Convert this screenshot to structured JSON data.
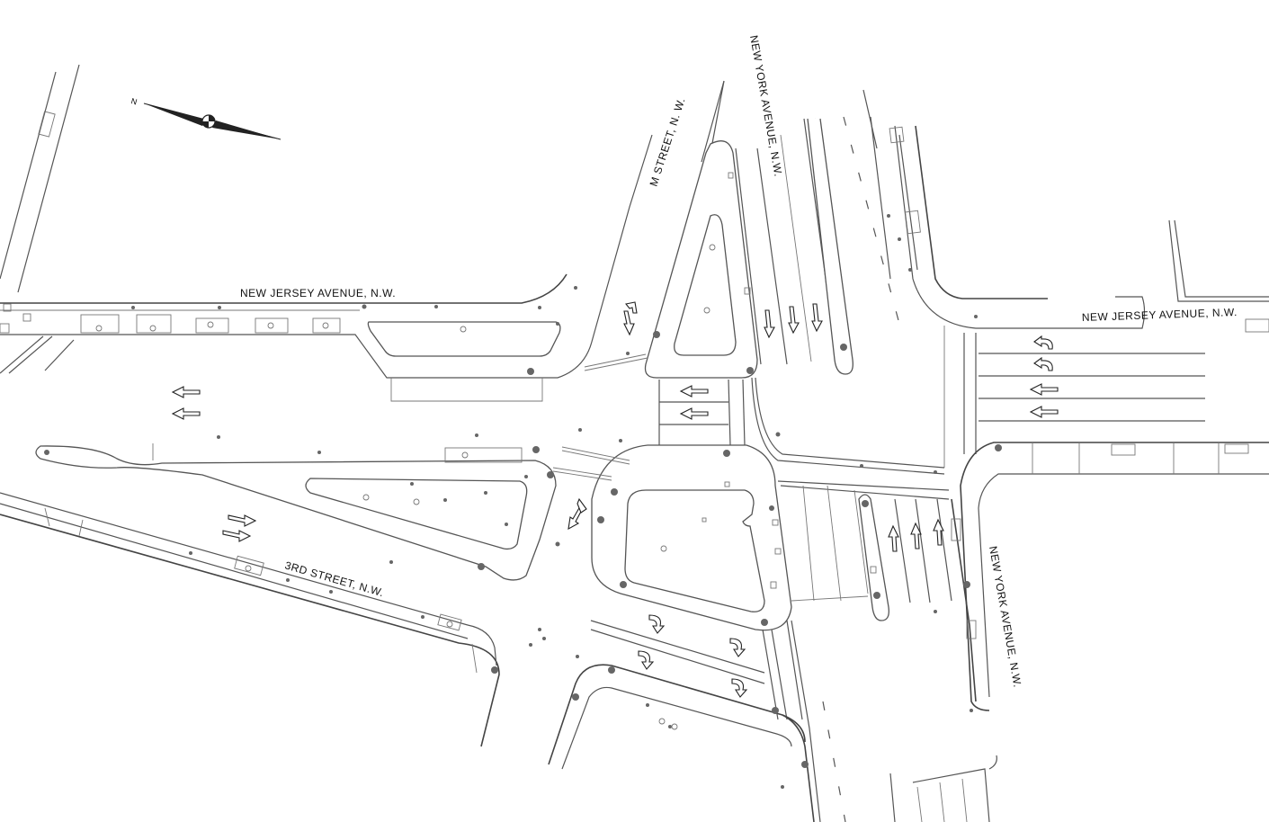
{
  "map": {
    "street_labels": {
      "nj_ave_west": "NEW  JERSEY  AVENUE, N.W.",
      "nj_ave_east": "NEW   JERSEY  AVENUE, N.W.",
      "m_street": "M  STREET, N. W.",
      "ny_ave_north": "NEW  YORK  AVENUE, N.W.",
      "ny_ave_south": "NEW  YORK  AVENUE, N.W.",
      "third_street": "3RD  STREET, N.W."
    },
    "north_arrow_label": "N"
  }
}
